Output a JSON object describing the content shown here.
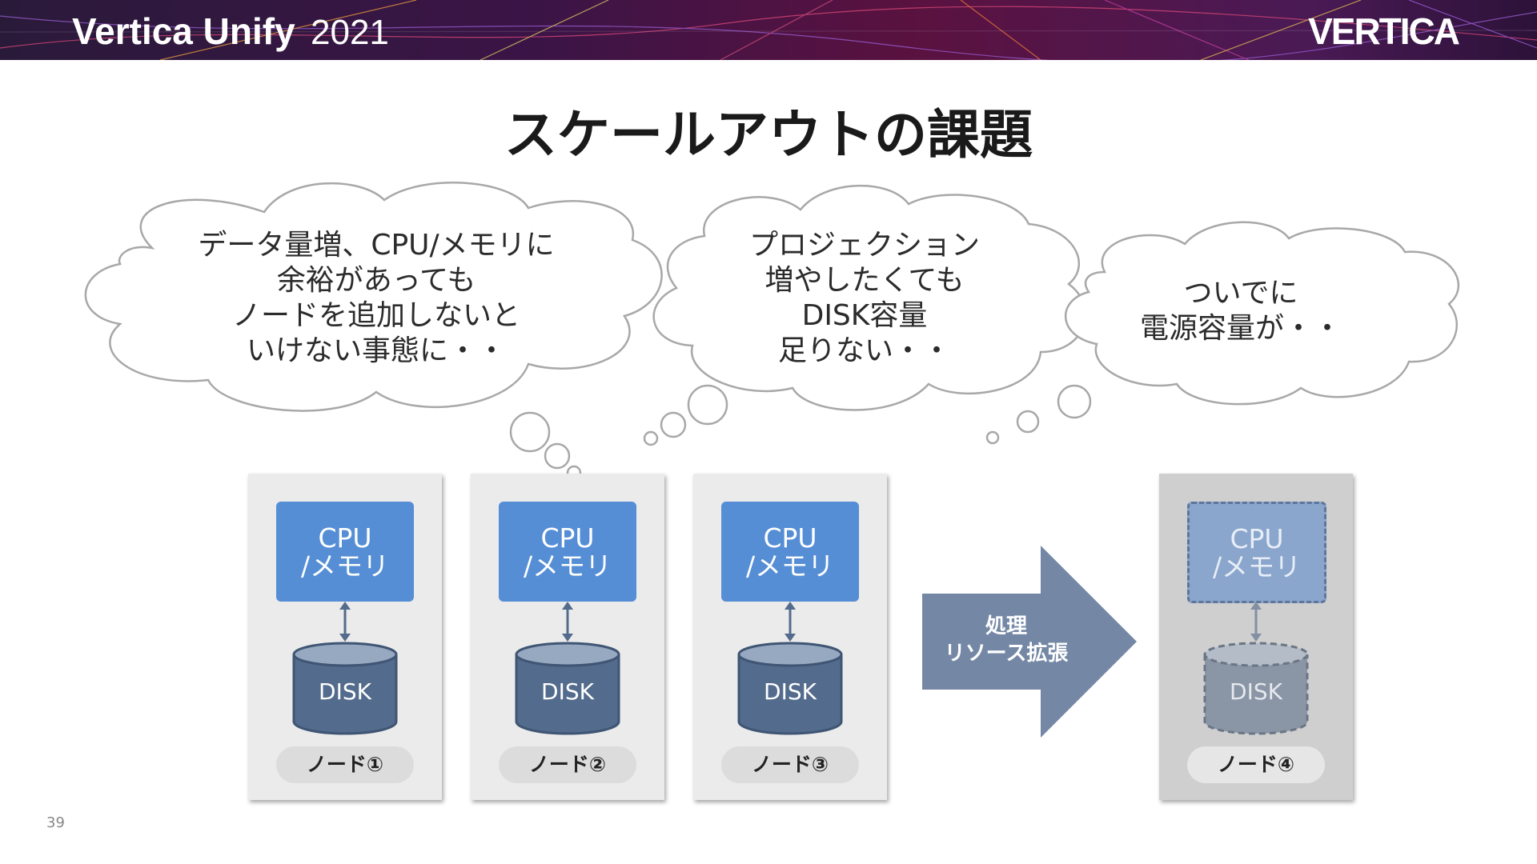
{
  "header": {
    "event_name": "Vertica Unify",
    "event_year": "2021",
    "brand_logo": "VERTICA"
  },
  "slide": {
    "title": "スケールアウトの課題",
    "page_number": "39"
  },
  "clouds": [
    {
      "lines": [
        "データ量増、CPU/メモリに",
        "余裕があっても",
        "ノードを追加しないと",
        "いけない事態に・・"
      ]
    },
    {
      "lines": [
        "プロジェクション",
        "増やしたくても",
        "DISK容量",
        "足りない・・"
      ]
    },
    {
      "lines": [
        "ついでに",
        "電源容量が・・"
      ]
    }
  ],
  "nodes": [
    {
      "cpu_line1": "CPU",
      "cpu_line2": "/メモリ",
      "disk": "DISK",
      "label": "ノード①"
    },
    {
      "cpu_line1": "CPU",
      "cpu_line2": "/メモリ",
      "disk": "DISK",
      "label": "ノード②"
    },
    {
      "cpu_line1": "CPU",
      "cpu_line2": "/メモリ",
      "disk": "DISK",
      "label": "ノード③"
    },
    {
      "cpu_line1": "CPU",
      "cpu_line2": "/メモリ",
      "disk": "DISK",
      "label": "ノード④"
    }
  ],
  "arrow": {
    "line1": "処理",
    "line2": "リソース拡張"
  },
  "colors": {
    "cpu_blue": "#558ed5",
    "disk_navy": "#536b8c",
    "arrow_slate": "#7488a6",
    "future_node_bg": "#cfcfcf"
  }
}
